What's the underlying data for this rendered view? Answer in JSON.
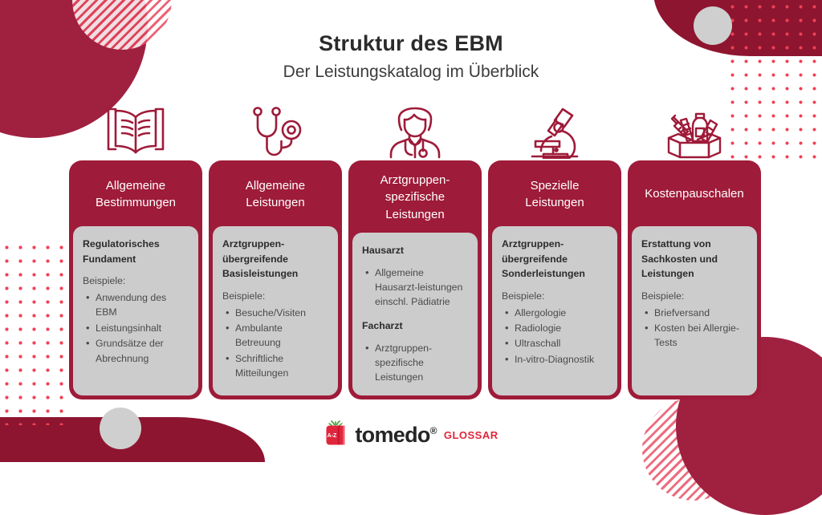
{
  "header": {
    "title": "Struktur des EBM",
    "subtitle": "Der Leistungskatalog im Überblick"
  },
  "colors": {
    "brand_dark_red": "#9E1B39",
    "deco_dark_red": "#8E152F",
    "circle_red": "#A02040",
    "dot_red": "#F04155",
    "body_gray": "#CCCCCC",
    "gray_circle": "#CFCFCF",
    "logo_red": "#E0263C",
    "text_dark": "#2B2B2B"
  },
  "columns": [
    {
      "icon": "open-book-icon",
      "title": "Allgemeine\nBestimmungen",
      "title_lines": [
        "Allgemeine",
        "Bestimmungen"
      ],
      "sections": [
        {
          "heading": "Regulatorisches Fundament",
          "label": "Beispiele:",
          "items": [
            "Anwendung des EBM",
            "Leistungsinhalt",
            "Grundsätze der Abrechnung"
          ]
        }
      ]
    },
    {
      "icon": "stethoscope-icon",
      "title": "Allgemeine\nLeistungen",
      "title_lines": [
        "Allgemeine",
        "Leistungen"
      ],
      "sections": [
        {
          "heading": "Arztgruppen-übergreifende Basisleistungen",
          "label": "Beispiele:",
          "items": [
            "Besuche/Visiten",
            "Ambulante Betreuung",
            "Schriftliche Mitteilungen"
          ]
        }
      ]
    },
    {
      "icon": "doctor-icon",
      "title": "Arztgruppen-\nspezifische\nLeistungen",
      "title_lines": [
        "Arztgruppen-",
        "spezifische",
        "Leistungen"
      ],
      "sections": [
        {
          "heading": "Hausarzt",
          "label": "",
          "items": [
            "Allgemeine Hausarzt-leistungen einschl. Pädiatrie"
          ]
        },
        {
          "heading": "Facharzt",
          "label": "",
          "items": [
            "Arztgruppen-spezifische Leistungen"
          ]
        }
      ]
    },
    {
      "icon": "microscope-icon",
      "title": "Spezielle\nLeistungen",
      "title_lines": [
        "Spezielle",
        "Leistungen"
      ],
      "sections": [
        {
          "heading": "Arztgruppen-übergreifende Sonderleistungen",
          "label": "Beispiele:",
          "items": [
            "Allergologie",
            "Radiologie",
            "Ultraschall",
            "In-vitro-Diagnostik"
          ]
        }
      ]
    },
    {
      "icon": "supply-box-icon",
      "title": "Kostenpauschalen",
      "title_lines": [
        "Kostenpauschalen"
      ],
      "sections": [
        {
          "heading": "Erstattung von Sachkosten und Leistungen",
          "label": "Beispiele:",
          "items": [
            "Briefversand",
            "Kosten bei Allergie-Tests"
          ]
        }
      ]
    }
  ],
  "footer": {
    "logo_icon": "tomedo-az-book-icon",
    "logo_badge_text": "A-Z",
    "brand": "tomedo",
    "registered_mark": "®",
    "product": "GLOSSAR"
  }
}
